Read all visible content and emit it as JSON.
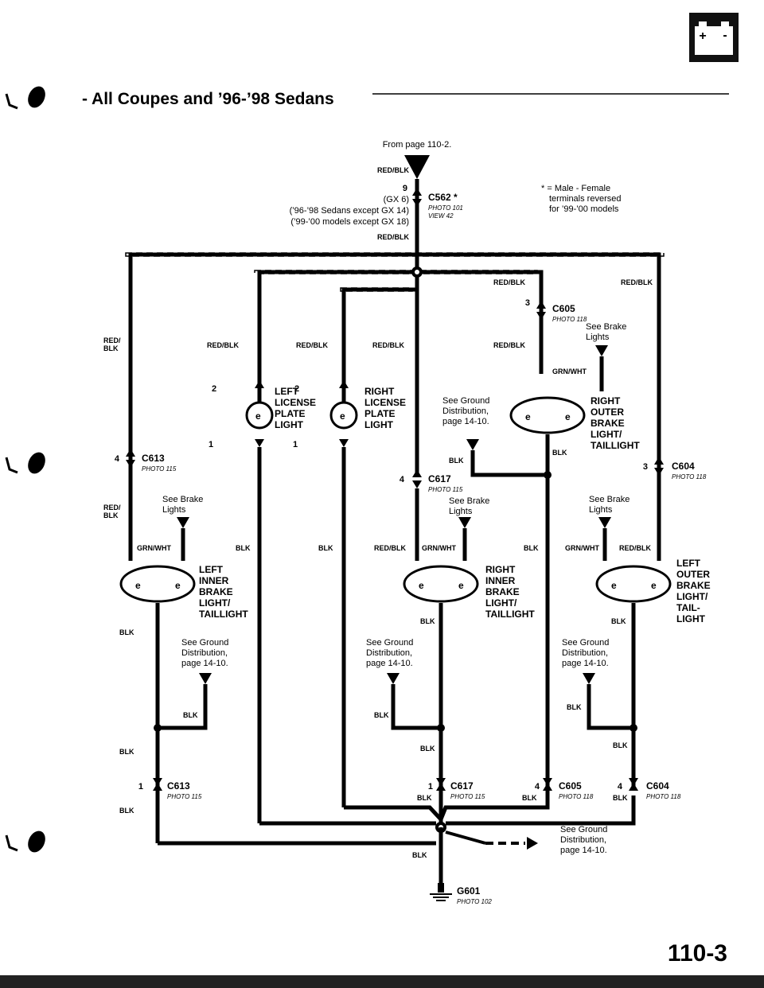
{
  "header": {
    "title": "- All Coupes and ’96-’98 Sedans",
    "battery_icon": "battery-icon"
  },
  "source": "From page 110-2.",
  "c562": {
    "wire": "RED/BLK",
    "pin": "9",
    "gx_pin": "(GX 6)",
    "name": "C562 *",
    "photo": "PHOTO 101",
    "view": "VIEW 42",
    "note1": "(’96-’98 Sedans except GX 14)",
    "note2": "(’99-’00 models except GX 18)",
    "wire_below": "RED/BLK"
  },
  "legend": {
    "line1": "* = Male - Female",
    "line2": "terminals reversed",
    "line3": "for ’99-’00 models"
  },
  "wires": {
    "red_blk": "RED/BLK",
    "red_blk_split_top": "RED/",
    "red_blk_split_bot": "BLK",
    "blk": "BLK",
    "grn_wht": "GRN/WHT"
  },
  "components": {
    "left_license": [
      "LEFT",
      "LICENSE",
      "PLATE",
      "LIGHT"
    ],
    "right_license": [
      "RIGHT",
      "LICENSE",
      "PLATE",
      "LIGHT"
    ],
    "right_outer": [
      "RIGHT",
      "OUTER",
      "BRAKE",
      "LIGHT/",
      "TAILLIGHT"
    ],
    "left_inner": [
      "LEFT",
      "INNER",
      "BRAKE",
      "LIGHT/",
      "TAILLIGHT"
    ],
    "right_inner": [
      "RIGHT",
      "INNER",
      "BRAKE",
      "LIGHT/",
      "TAILLIGHT"
    ],
    "left_outer": [
      "LEFT",
      "OUTER",
      "BRAKE",
      "LIGHT/",
      "TAIL-",
      "LIGHT"
    ]
  },
  "connectors": {
    "c605": "C605",
    "c604": "C604",
    "c613": "C613",
    "c617": "C617",
    "g601": "G601",
    "photo_118": "PHOTO 118",
    "photo_115": "PHOTO 115",
    "photo_102": "PHOTO 102"
  },
  "pins": {
    "p1": "1",
    "p2": "2",
    "p3": "3",
    "p4": "4"
  },
  "refs": {
    "brake_1": "See Brake",
    "brake_2": "Lights",
    "ground_1": "See Ground",
    "ground_2": "Distribution,",
    "ground_3": "page 14-10."
  },
  "page_number": "110-3"
}
